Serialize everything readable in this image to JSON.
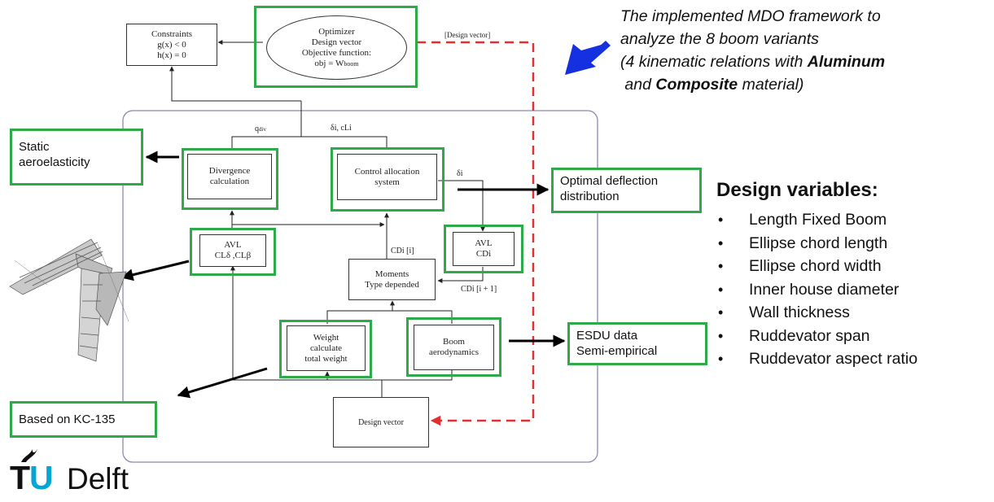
{
  "annotation": {
    "line1": "The implemented MDO framework to",
    "line2": "analyze the 8 boom variants",
    "line3": "(4 kinematic relations with",
    "line3_bold": "Aluminum",
    "line4_pre": "and",
    "line4_bold": "Composite",
    "line4_post": "material)"
  },
  "diagram": {
    "constraints": {
      "title": "Constraints",
      "line1": "g(x) < 0",
      "line2": "h(x) = 0"
    },
    "optimizer": {
      "line1": "Optimizer",
      "line2": "Design vector",
      "line3": "Objective function:",
      "line4": "obj = W",
      "line4_sub": "boom"
    },
    "design_vector_label": "[Design vector]",
    "q_div": "q",
    "q_div_sub": "div",
    "delta_cl": "δi, cLi",
    "divergence": {
      "line1": "Divergence",
      "line2": "calculation"
    },
    "control_allocation": {
      "line1": "Control allocation",
      "line2": "system"
    },
    "delta_i": "δi",
    "avl_left": {
      "line1": "AVL",
      "line2": "CLδ ,CLβ"
    },
    "avl_right": {
      "line1": "AVL",
      "line2": "CDi"
    },
    "cdi_i": "CDi [i]",
    "cdi_i1": "CDi [i + 1]",
    "moments": {
      "line1": "Moments",
      "line2": "Type depended"
    },
    "weight": {
      "line1": "Weight",
      "line2": "calculate",
      "line3": "total weight"
    },
    "boom_aero": {
      "line1": "Boom",
      "line2": "aerodynamics"
    },
    "design_vector_box": "Design vector"
  },
  "external_boxes": {
    "static": {
      "line1": "Static",
      "line2": "aeroelasticity"
    },
    "optimal": {
      "line1": "Optimal deflection",
      "line2": "distribution"
    },
    "esdu": {
      "line1": "ESDU data",
      "line2": "Semi-empirical"
    },
    "kc135": "Based on KC-135"
  },
  "design_variables": {
    "heading": "Design variables:",
    "items": [
      "Length Fixed Boom",
      "Ellipse chord length",
      "Ellipse chord width",
      "Inner house diameter",
      "Wall thickness",
      "Ruddevator span",
      "Ruddevator aspect ratio"
    ]
  },
  "logo": {
    "tu_t": "T",
    "tu_u": "U",
    "delft": "Delft"
  },
  "colors": {
    "green": "#2eaa4a",
    "red_dash": "#e03030",
    "blue_arrow": "#1430e0",
    "frame": "#8a8ab0",
    "tu_blue": "#00a6d6"
  }
}
